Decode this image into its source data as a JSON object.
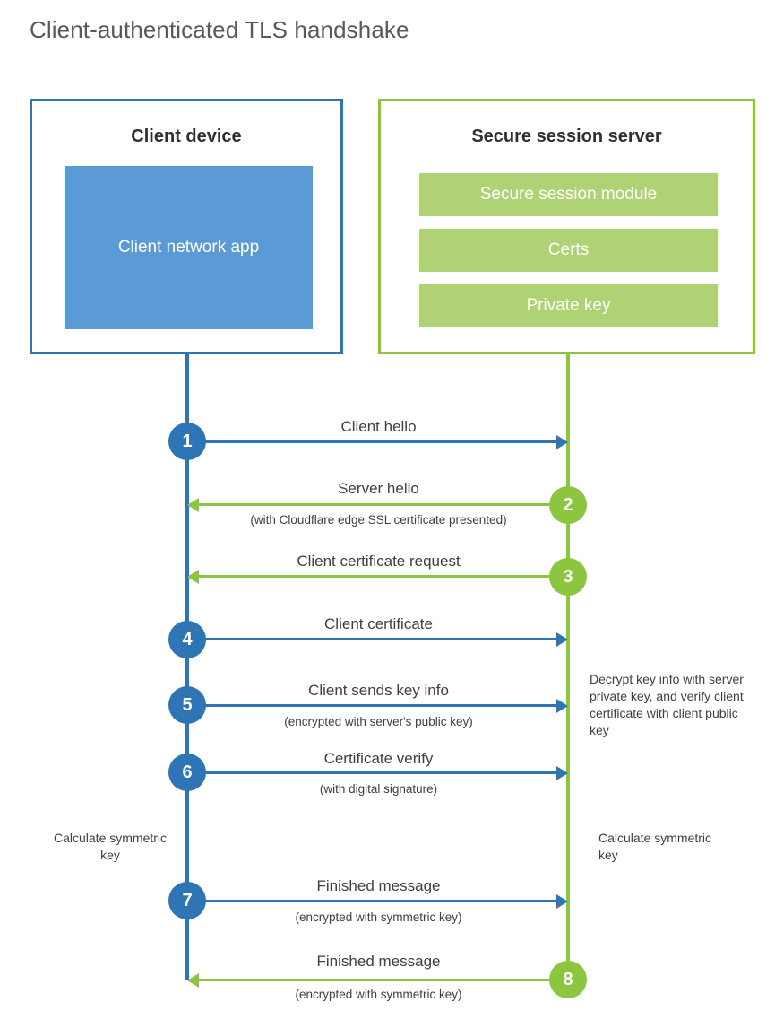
{
  "title": "Client-authenticated TLS handshake",
  "client": {
    "box_title": "Client device",
    "app_label": "Client network app",
    "border_color": "#2E75B6",
    "app_fill_color": "#5B9BD5"
  },
  "server": {
    "box_title": "Secure session server",
    "border_color": "#8CC63F",
    "bar_fill_color": "#AFD275",
    "bars": [
      {
        "label": "Secure session module"
      },
      {
        "label": "Certs"
      },
      {
        "label": "Private key"
      }
    ]
  },
  "steps": [
    {
      "number": "1",
      "label": "Client hello",
      "sublabel": "",
      "direction": "client-to-server",
      "color": "#2E75B6"
    },
    {
      "number": "2",
      "label": "Server hello",
      "sublabel": "(with Cloudflare edge SSL certificate presented)",
      "direction": "server-to-client",
      "color": "#8CC63F"
    },
    {
      "number": "3",
      "label": "Client certificate request",
      "sublabel": "",
      "direction": "server-to-client",
      "color": "#8CC63F"
    },
    {
      "number": "4",
      "label": "Client certificate",
      "sublabel": "",
      "direction": "client-to-server",
      "color": "#2E75B6"
    },
    {
      "number": "5",
      "label": "Client sends key info",
      "sublabel": "(encrypted with server's public key)",
      "direction": "client-to-server",
      "color": "#2E75B6"
    },
    {
      "number": "6",
      "label": "Certificate verify",
      "sublabel": "(with digital signature)",
      "direction": "client-to-server",
      "color": "#2E75B6"
    },
    {
      "number": "7",
      "label": "Finished message",
      "sublabel": "(encrypted with symmetric key)",
      "direction": "client-to-server",
      "color": "#2E75B6"
    },
    {
      "number": "8",
      "label": "Finished message",
      "sublabel": "(encrypted with symmetric key)",
      "direction": "server-to-client",
      "color": "#8CC63F"
    }
  ],
  "notes": {
    "decrypt": "Decrypt key info with server private key, and verify client certificate with client public key",
    "calculate_client": "Calculate symmetric key",
    "calculate_server": "Calculate symmetric key"
  }
}
